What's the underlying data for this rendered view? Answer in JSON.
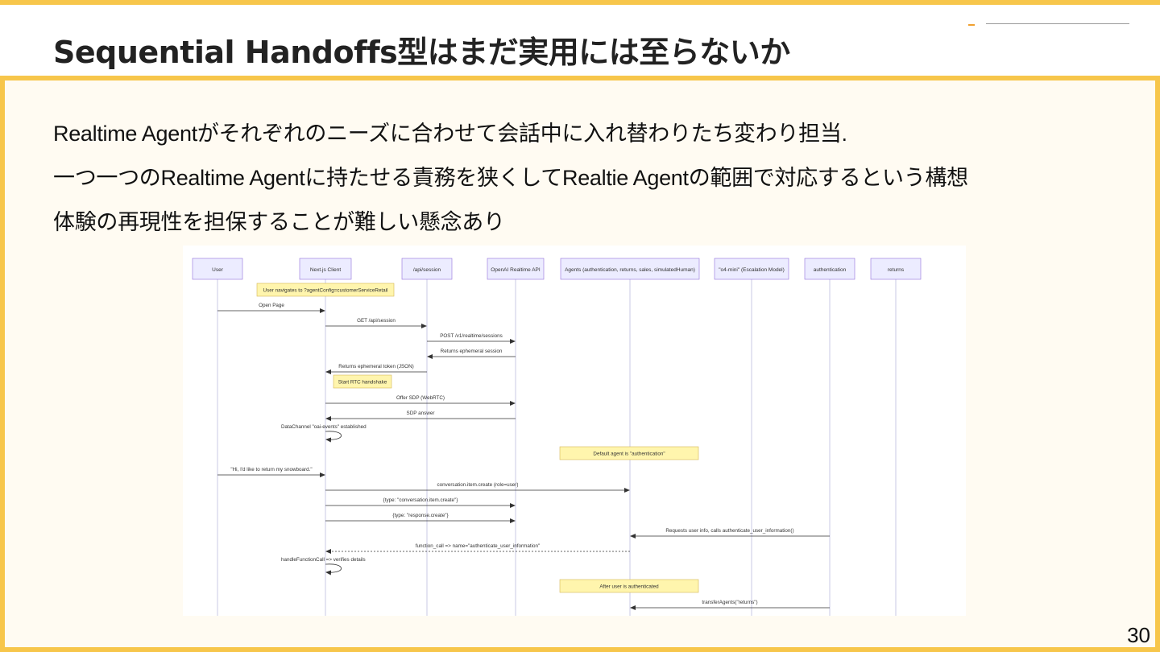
{
  "slide": {
    "title": "Sequential Handoffs型はまだ実用には至らないか",
    "bullets": [
      "Realtime Agentがそれぞれのニーズに合わせて会話中に入れ替わりたち変わり担当.",
      "一つ一つのRealtime Agentに持たせる責務を狭くしてRealtie Agentの範囲で対応するという構想",
      "体験の再現性を担保することが難しい懸念あり"
    ],
    "page_number": "30"
  },
  "colors": {
    "frame": "#f7c64b",
    "panel": "#fffbf2",
    "participant_fill": "#ececff",
    "participant_stroke": "#9370db",
    "note_fill": "#fff5ad",
    "note_stroke": "#d6b656",
    "lifeline": "#c8c8e6",
    "message": "#333333"
  },
  "diagram": {
    "participants": [
      "User",
      "Next.js Client",
      "/api/session",
      "OpenAI Realtime API",
      "Agents (authentication, returns, sales, simulatedHuman)",
      "\"o4-mini\" (Escalation Model)",
      "authentication",
      "returns"
    ],
    "events": [
      {
        "type": "note",
        "over": [
          1,
          2
        ],
        "text": "User navigates to ?agentConfig=customerServiceRetail"
      },
      {
        "type": "message",
        "from": 0,
        "to": 1,
        "text": "Open Page",
        "style": "solid"
      },
      {
        "type": "message",
        "from": 1,
        "to": 2,
        "text": "GET /api/session",
        "style": "solid"
      },
      {
        "type": "message",
        "from": 2,
        "to": 3,
        "text": "POST /v1/realtime/sessions",
        "style": "solid"
      },
      {
        "type": "message",
        "from": 3,
        "to": 2,
        "text": "Returns ephemeral session",
        "style": "solid"
      },
      {
        "type": "message",
        "from": 2,
        "to": 1,
        "text": "Returns ephemeral token (JSON)",
        "style": "solid"
      },
      {
        "type": "note",
        "over": [
          1
        ],
        "text": "Start RTC handshake"
      },
      {
        "type": "message",
        "from": 1,
        "to": 3,
        "text": "Offer SDP (WebRTC)",
        "style": "solid"
      },
      {
        "type": "message",
        "from": 3,
        "to": 1,
        "text": "SDP answer",
        "style": "solid"
      },
      {
        "type": "self",
        "at": 1,
        "text": "DataChannel \"oai-events\" established"
      },
      {
        "type": "note",
        "over": [
          4
        ],
        "text": "Default agent is \"authentication\""
      },
      {
        "type": "message",
        "from": 0,
        "to": 1,
        "text": "\"Hi, I'd like to return my snowboard.\"",
        "style": "solid"
      },
      {
        "type": "message",
        "from": 1,
        "to": 4,
        "text": "conversation.item.create (role=user)",
        "style": "solid"
      },
      {
        "type": "message",
        "from": 1,
        "to": 3,
        "text": "{type: \"conversation.item.create\"}",
        "style": "solid"
      },
      {
        "type": "message",
        "from": 1,
        "to": 3,
        "text": "{type: \"response.create\"}",
        "style": "solid"
      },
      {
        "type": "message",
        "from": 6,
        "to": 4,
        "text": "Requests user info, calls authenticate_user_information()",
        "style": "solid"
      },
      {
        "type": "message",
        "from": 4,
        "to": 1,
        "text": "function_call => name=\"authenticate_user_information\"",
        "style": "dashed"
      },
      {
        "type": "self",
        "at": 1,
        "text": "handleFunctionCall => verifies details"
      },
      {
        "type": "note",
        "over": [
          4
        ],
        "text": "After user is authenticated"
      },
      {
        "type": "message",
        "from": 6,
        "to": 4,
        "text": "transferAgents(\"returns\")",
        "style": "solid"
      }
    ]
  }
}
